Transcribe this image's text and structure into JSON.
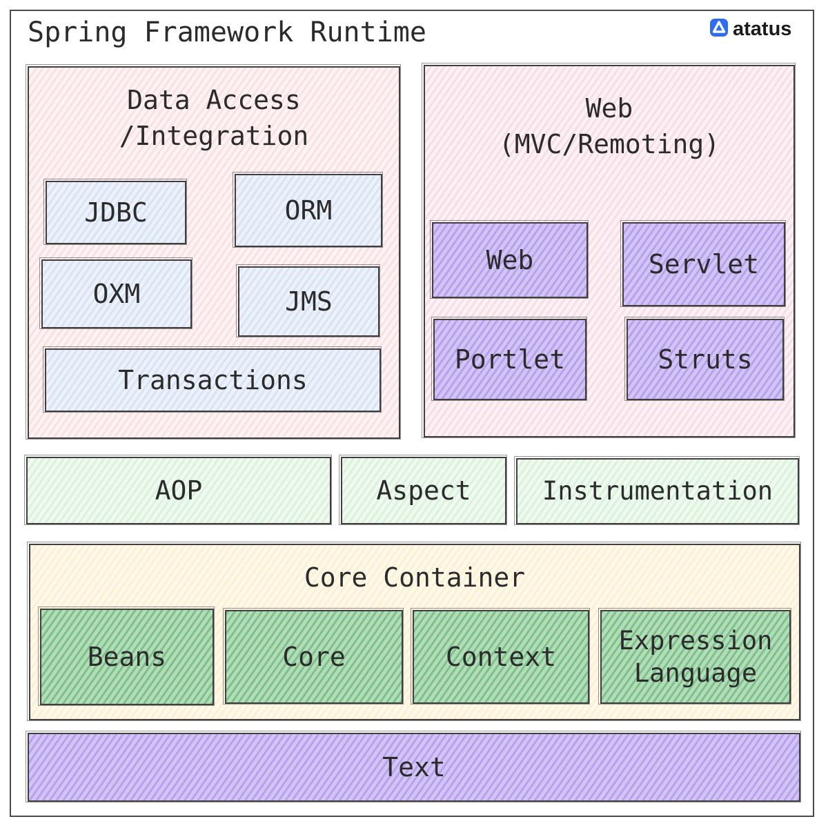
{
  "title": "Spring Framework Runtime",
  "brand": {
    "logo_text": "atatus",
    "icon": "atatus-logo-icon",
    "color": "#2f6df0"
  },
  "data_access": {
    "label_line1": "Data Access",
    "label_line2": "/Integration",
    "modules": {
      "jdbc": "JDBC",
      "orm": "ORM",
      "oxm": "OXM",
      "jms": "JMS",
      "transactions": "Transactions"
    }
  },
  "web": {
    "label_line1": "Web",
    "label_line2": "(MVC/Remoting)",
    "modules": {
      "web": "Web",
      "servlet": "Servlet",
      "portlet": "Portlet",
      "struts": "Struts"
    }
  },
  "middle": {
    "aop": "AOP",
    "aspect": "Aspect",
    "instrumentation": "Instrumentation"
  },
  "core_container": {
    "label": "Core Container",
    "modules": {
      "beans": "Beans",
      "core": "Core",
      "context": "Context",
      "el_line1": "Expression",
      "el_line2": "Language"
    }
  },
  "bottom": {
    "text": "Text"
  },
  "colors": {
    "data_access_bg": "#f9e1e3",
    "module_blue": "#d8e3f3",
    "web_module_purple": "#b7a0ec",
    "middle_green": "#daf2dc",
    "core_bg": "#fbf1d2",
    "core_module_green": "#7ec08c",
    "bottom_purple": "#b7a0ec"
  }
}
